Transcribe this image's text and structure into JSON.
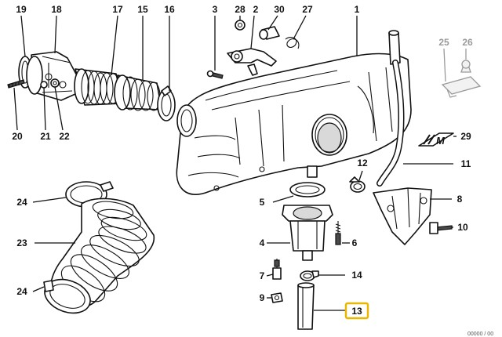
{
  "diagram": {
    "highlight_color": "#e8b800",
    "callouts": {
      "c1": "1",
      "c2": "2",
      "c3": "3",
      "c4": "4",
      "c5": "5",
      "c6": "6",
      "c7": "7",
      "c8": "8",
      "c9": "9",
      "c10": "10",
      "c11": "11",
      "c12": "12",
      "c13": "13",
      "c14": "14",
      "c15": "15",
      "c16": "16",
      "c17": "17",
      "c18": "18",
      "c19": "19",
      "c20": "20",
      "c21": "21",
      "c22": "22",
      "c23": "23",
      "c24a": "24",
      "c24b": "24",
      "c25": "25",
      "c26": "26",
      "c27": "27",
      "c28": "28",
      "c29": "29",
      "c30": "30"
    },
    "highlighted_part": "13",
    "greyed_parts": [
      "25",
      "26"
    ],
    "emblem_text": "M",
    "reference_code": "00000 / 00"
  }
}
